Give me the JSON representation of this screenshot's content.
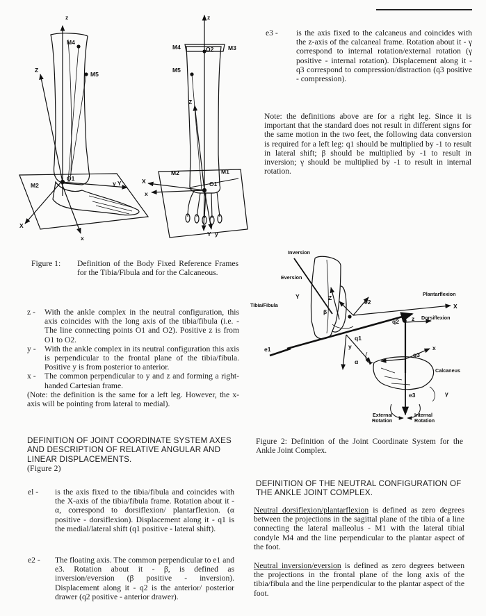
{
  "figure1": {
    "left_labels": {
      "z": "z",
      "M4": "M4",
      "Z": "Z",
      "M5": "M5",
      "O1": "O1",
      "M2": "M2",
      "yY": "y Y",
      "X": "X",
      "x": "x"
    },
    "right_labels": {
      "z_top": "z",
      "M4": "M4",
      "O2": "O2",
      "M3": "M3",
      "M5": "M5",
      "Z": "Z",
      "M2": "M2",
      "M1": "M1",
      "O1": "O1",
      "X": "X",
      "x": "x",
      "Y": "Y",
      "y": "y"
    }
  },
  "figure1_caption": {
    "label": "Figure 1:",
    "text": "Definition of the Body Fixed Reference Frames for the Tibia/Fibula and for the Calcaneous."
  },
  "axes_def": [
    {
      "label": "z -",
      "text": "With the ankle complex in the neutral configuration, this axis coincides with the long axis of the tibia/fibula (i.e. - The line connecting points O1 and O2). Positive z is from O1 to O2."
    },
    {
      "label": "y -",
      "text": "With the ankle complex in its neutral configuration this axis is perpendicular to the frontal plane of the tibia/fibula. Positive y is from posterior to anterior."
    },
    {
      "label": "x -",
      "text": "The common perpendicular to y and z and forming a right-handed Cartesian frame."
    }
  ],
  "axes_note": "(Note: the definition is the same for a left leg. However, the x-axis will be pointing from lateral to medial).",
  "jcs_heading": "DEFINITION OF JOINT COORDINATE SYSTEM AXES AND DESCRIPTION OF RELATIVE ANGULAR AND LINEAR DISPLACEMENTS.",
  "jcs_subheading": "(Figure 2)",
  "e1": {
    "label": "el -",
    "text": "is the axis fixed to the tibia/fibula and coincides with the X-axis of the tibia/fibula frame. Rotation about it - α, correspond to dorsiflexion/ plantarflexion. (α positive - dorsiflexion). Displacement along it - q1 is the medial/lateral shift (q1 positive - lateral shift)."
  },
  "e2": {
    "label": "e2 -",
    "text": "The floating axis. The common perpendicular to e1 and e3. Rotation about it - β, is defined as inversion/eversion (β positive - inversion). Displacement along it - q2 is the anterior/ posterior drawer (q2 positive - anterior drawer)."
  },
  "e3": {
    "label": "e3 -",
    "text": "is the axis fixed to the calcaneus and coincides with the z-axis of the calcaneal frame. Rotation about it - γ correspond to internal rotation/external rotation (γ positive - internal rotation). Displacement along it - q3 correspond to compression/distraction (q3 positive - compression)."
  },
  "note_left_leg": "Note: the definitions above are for a right leg. Since it is important that the standard does not result in different signs for the same motion in the two feet, the following data conversion is required for a left leg: q1 should be multiplied by -1 to result in lateral shift; β should be multiplied by -1 to result in inversion; γ should be multiplied by -1 to result in internal rotation.",
  "figure2": {
    "labels": {
      "inversion": "Inversion",
      "eversion": "Eversion",
      "plantarflexion": "Plantarflexion",
      "tibia_fibula": "Tibia/Fibula",
      "dorsiflexion": "Dorsiflexion",
      "calcaneus": "Calcaneus",
      "external_rotation_1": "External",
      "external_rotation_2": "Rotation",
      "internal_rotation_1": "Internal",
      "internal_rotation_2": "Rotation",
      "X": "X",
      "Y": "Y",
      "Z": "Z",
      "z": "z",
      "y": "y",
      "x": "x",
      "e1": "e1",
      "e2": "e2",
      "e3": "e3",
      "q1": "q1",
      "q2": "q2",
      "q3": "q3",
      "alpha": "α",
      "beta": "β",
      "gamma": "γ"
    }
  },
  "figure2_caption": "Figure 2: Definition of the Joint Coordinate System for the Ankle Joint Complex.",
  "neutral_heading": "DEFINITION OF THE NEUTRAL CONFIGURATION OF THE ANKLE JOINT COMPLEX.",
  "neutral_df": {
    "term": "Neutral dorsiflexion/plantarflexion",
    "text": " is defined as zero degrees between the projections in the sagittal plane of the tibia of a line connecting the lateral malleolus - M1 with the lateral tibial condyle M4 and the line perpendicular to the plantar aspect of the foot."
  },
  "neutral_ie": {
    "term": "Neutral inversion/eversion",
    "text": " is defined as zero degrees between the projections in the frontal plane of the long axis of the tibia/fibula and the line perpendicular to the plantar aspect of the foot."
  }
}
